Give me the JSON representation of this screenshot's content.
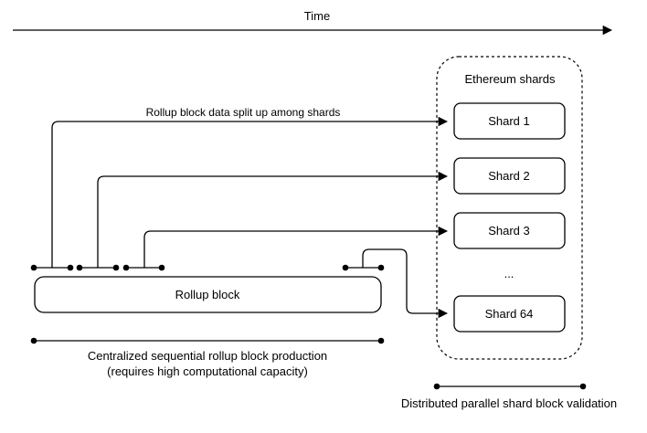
{
  "colors": {
    "background": "#ffffff",
    "stroke": "#000000",
    "text": "#000000"
  },
  "timeline": {
    "label": "Time"
  },
  "shard_container": {
    "title": "Ethereum shards",
    "items": [
      {
        "label": "Shard 1"
      },
      {
        "label": "Shard 2"
      },
      {
        "label": "Shard 3"
      },
      {
        "label": "Shard 64"
      }
    ],
    "ellipsis": "..."
  },
  "rollup": {
    "label": "Rollup block"
  },
  "annotations": {
    "split_label": "Rollup block data split up among shards",
    "production_caption_line1": "Centralized sequential rollup block production",
    "production_caption_line2": "(requires high computational capacity)",
    "validation_caption": "Distributed parallel shard block validation"
  }
}
